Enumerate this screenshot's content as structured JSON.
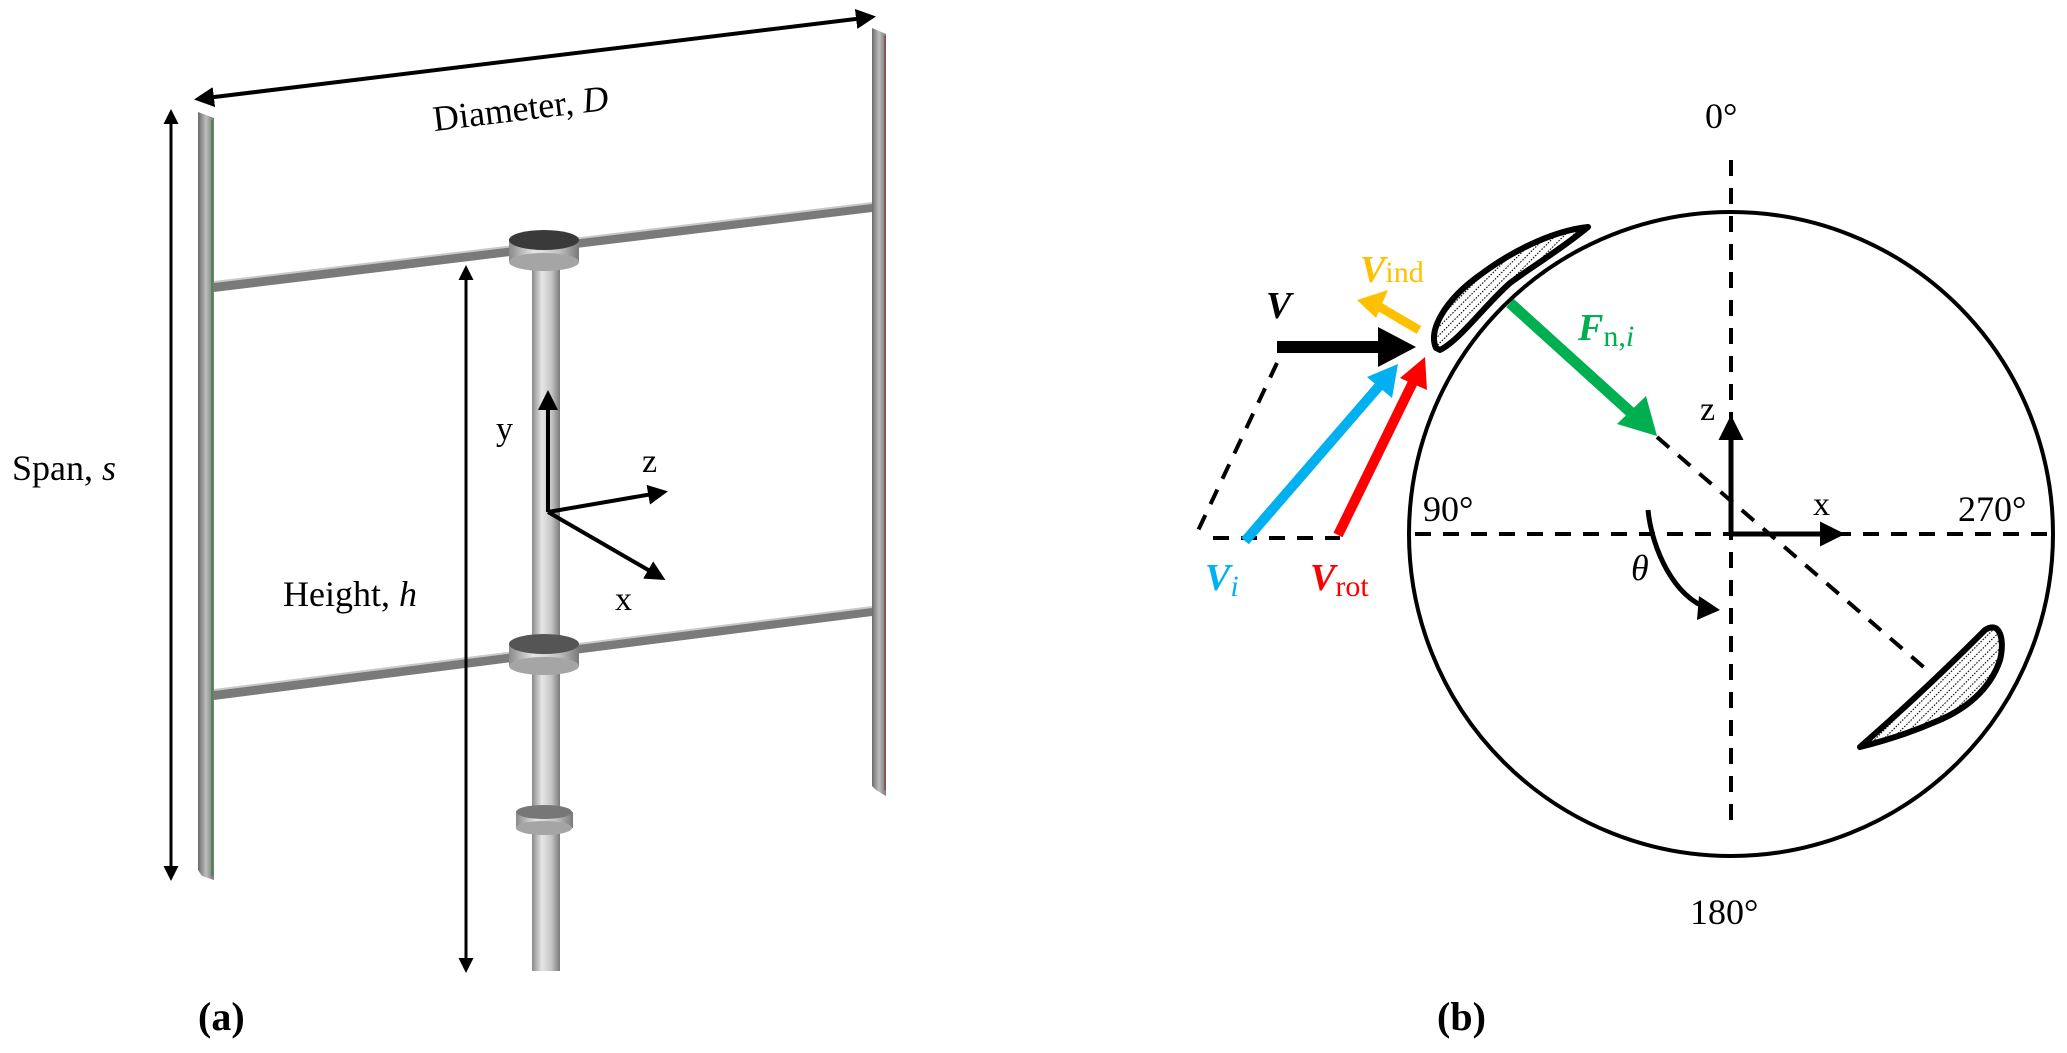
{
  "panel_a": {
    "caption": "(a)",
    "diameter_label": "Diameter, ",
    "diameter_symbol": "D",
    "span_label": "Span, ",
    "span_symbol": "s",
    "height_label": "Height, ",
    "height_symbol": "h",
    "axes": {
      "y": "y",
      "z": "z",
      "x": "x"
    }
  },
  "panel_b": {
    "caption": "(b)",
    "angles": {
      "top": "0°",
      "left": "90°",
      "right": "270°",
      "bottom": "180°"
    },
    "axes": {
      "z": "z",
      "x": "x"
    },
    "theta": "θ",
    "vectors": {
      "V": {
        "symbol": "V",
        "sub": "",
        "color": "#000000"
      },
      "V_ind": {
        "symbol": "V",
        "sub": "ind",
        "color": "#FFC000"
      },
      "V_i": {
        "symbol": "V",
        "sub": "i",
        "color": "#00B0F0"
      },
      "V_rot": {
        "symbol": "V",
        "sub": "rot",
        "color": "#FF0000"
      },
      "F_ni": {
        "symbol": "F",
        "sub": "n,",
        "sub2": "i",
        "color": "#00B050"
      }
    }
  }
}
